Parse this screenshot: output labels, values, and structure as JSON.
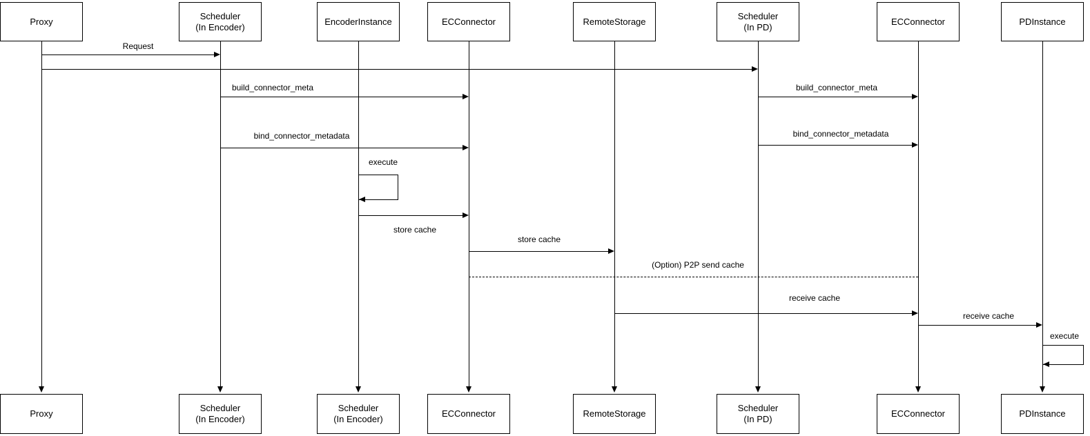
{
  "diagram": {
    "type": "sequence",
    "colors": {
      "line": "#000000",
      "text": "#000000",
      "box_border": "#000000",
      "box_fill": "#ffffff",
      "background": "#ffffff"
    },
    "participants": [
      {
        "top_label": "Proxy",
        "bottom_label": "Proxy"
      },
      {
        "top_label": "Scheduler\n(In Encoder)",
        "bottom_label": "Scheduler\n(In Encoder)"
      },
      {
        "top_label": "EncoderInstance",
        "bottom_label": "Scheduler\n(In Encoder)"
      },
      {
        "top_label": "ECConnector",
        "bottom_label": "ECConnector"
      },
      {
        "top_label": "RemoteStorage",
        "bottom_label": "RemoteStorage"
      },
      {
        "top_label": "Scheduler\n(In PD)",
        "bottom_label": "Scheduler\n(In PD)"
      },
      {
        "top_label": "ECConnector",
        "bottom_label": "ECConnector"
      },
      {
        "top_label": "PDInstance",
        "bottom_label": "PDInstance"
      }
    ],
    "messages": [
      {
        "label": "Request",
        "from": "Proxy",
        "to": "Scheduler (In Encoder)",
        "style": "solid"
      },
      {
        "label": "",
        "from": "Proxy",
        "to": "Scheduler (In PD)",
        "style": "solid"
      },
      {
        "label": "build_connector_meta",
        "from": "Scheduler (In Encoder)",
        "to": "ECConnector (Encoder side)",
        "style": "solid"
      },
      {
        "label": "bind_connector_metadata",
        "from": "Scheduler (In Encoder)",
        "to": "ECConnector (Encoder side)",
        "style": "solid"
      },
      {
        "label": "build_connector_meta",
        "from": "Scheduler (In PD)",
        "to": "ECConnector (PD side)",
        "style": "solid"
      },
      {
        "label": "bind_connector_metadata",
        "from": "Scheduler (In PD)",
        "to": "ECConnector (PD side)",
        "style": "solid"
      },
      {
        "label": "execute",
        "from": "EncoderInstance",
        "to": "EncoderInstance",
        "style": "self"
      },
      {
        "label": "store cache",
        "from": "EncoderInstance",
        "to": "ECConnector (Encoder side)",
        "style": "solid"
      },
      {
        "label": "store cache",
        "from": "ECConnector (Encoder side)",
        "to": "RemoteStorage",
        "style": "solid"
      },
      {
        "label": "(Option) P2P send cache",
        "from": "ECConnector (Encoder side)",
        "to": "ECConnector (PD side)",
        "style": "dashed"
      },
      {
        "label": "receive cache",
        "from": "RemoteStorage",
        "to": "ECConnector (PD side)",
        "style": "solid"
      },
      {
        "label": "receive cache",
        "from": "ECConnector (PD side)",
        "to": "PDInstance",
        "style": "solid"
      },
      {
        "label": "execute",
        "from": "PDInstance",
        "to": "PDInstance",
        "style": "self"
      }
    ]
  }
}
